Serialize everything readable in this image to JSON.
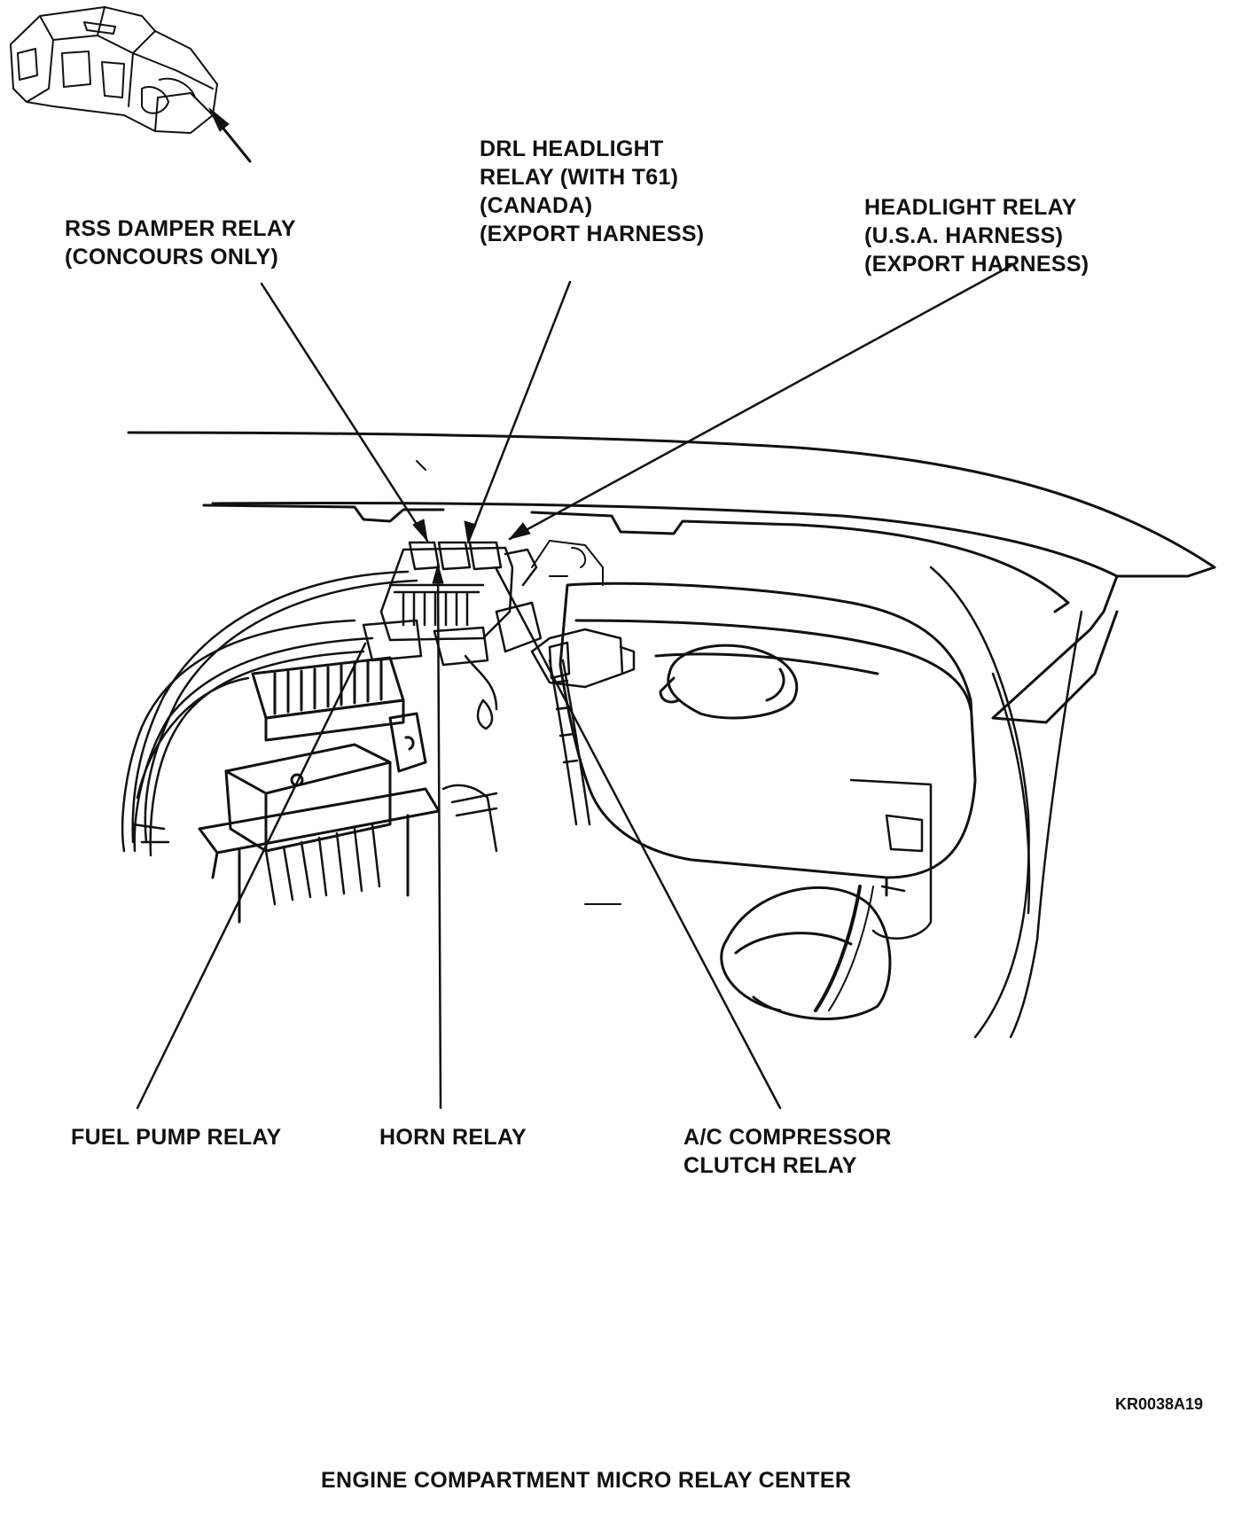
{
  "labels": {
    "rss_damper": [
      "RSS DAMPER RELAY",
      "(CONCOURS ONLY)"
    ],
    "drl_headlight": [
      "DRL HEADLIGHT",
      "RELAY (WITH T61)",
      "(CANADA)",
      "(EXPORT HARNESS)"
    ],
    "headlight": [
      "HEADLIGHT RELAY",
      "(U.S.A. HARNESS)",
      "(EXPORT HARNESS)"
    ],
    "fuel_pump": [
      "FUEL PUMP RELAY"
    ],
    "horn": [
      "HORN RELAY"
    ],
    "ac_compressor": [
      "A/C COMPRESSOR",
      "CLUTCH RELAY"
    ]
  },
  "figure_code": "KR0038A19",
  "caption": "ENGINE COMPARTMENT MICRO RELAY CENTER",
  "colors": {
    "ink": "#111111",
    "paper": "#ffffff"
  }
}
